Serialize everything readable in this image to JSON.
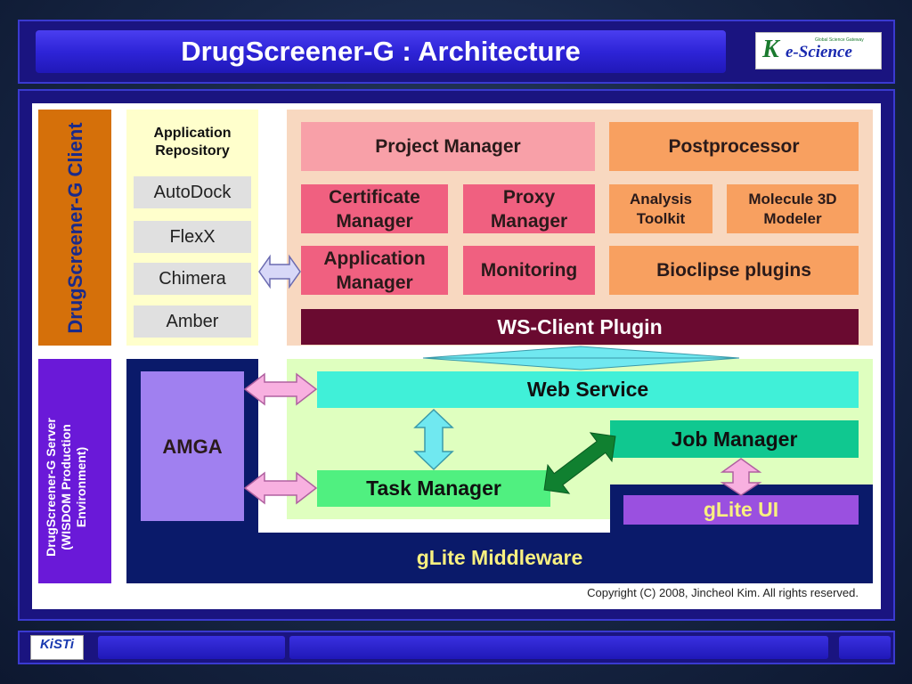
{
  "title": "DrugScreener-G : Architecture",
  "logo": {
    "small_text": "Global Science Gateway",
    "k": "K",
    "word": "e-Science"
  },
  "client": {
    "label": "DrugScreener-G Client",
    "repository_title_line1": "Application",
    "repository_title_line2": "Repository",
    "repository_items": [
      "AutoDock",
      "FlexX",
      "Chimera",
      "Amber"
    ],
    "project_manager": "Project Manager",
    "postprocessor": "Postprocessor",
    "certificate_manager_1": "Certificate",
    "certificate_manager_2": "Manager",
    "proxy_manager_1": "Proxy",
    "proxy_manager_2": "Manager",
    "analysis_toolkit_1": "Analysis",
    "analysis_toolkit_2": "Toolkit",
    "molecule_modeler_1": "Molecule 3D",
    "molecule_modeler_2": "Modeler",
    "application_manager_1": "Application",
    "application_manager_2": "Manager",
    "monitoring": "Monitoring",
    "bioclipse_plugins": "Bioclipse plugins",
    "ws_client_plugin": "WS-Client Plugin"
  },
  "server": {
    "label_line1": "DrugScreener-G Server",
    "label_line2": "(WISDOM Production",
    "label_line3": "Environment)",
    "amga": "AMGA",
    "web_service": "Web Service",
    "job_manager": "Job Manager",
    "task_manager": "Task Manager",
    "glite_ui": "gLite UI",
    "glite_middleware": "gLite Middleware"
  },
  "copyright": "Copyright (C) 2008, Jincheol Kim. All rights reserved.",
  "footer": {
    "kisti": "KiSTi"
  },
  "colors": {
    "frame": "#1a1480",
    "client_band": "#d5700a",
    "server_band": "#6a19d8",
    "ws_client_plugin": "#6a0a30",
    "web_service": "#40f0d8",
    "task_manager": "#50f080",
    "job_manager": "#10c890",
    "middleware": "#0a1a6a",
    "arrow_pink": "#f8b0e0",
    "arrow_cyan": "#70e8f0",
    "arrow_green": "#108030"
  }
}
